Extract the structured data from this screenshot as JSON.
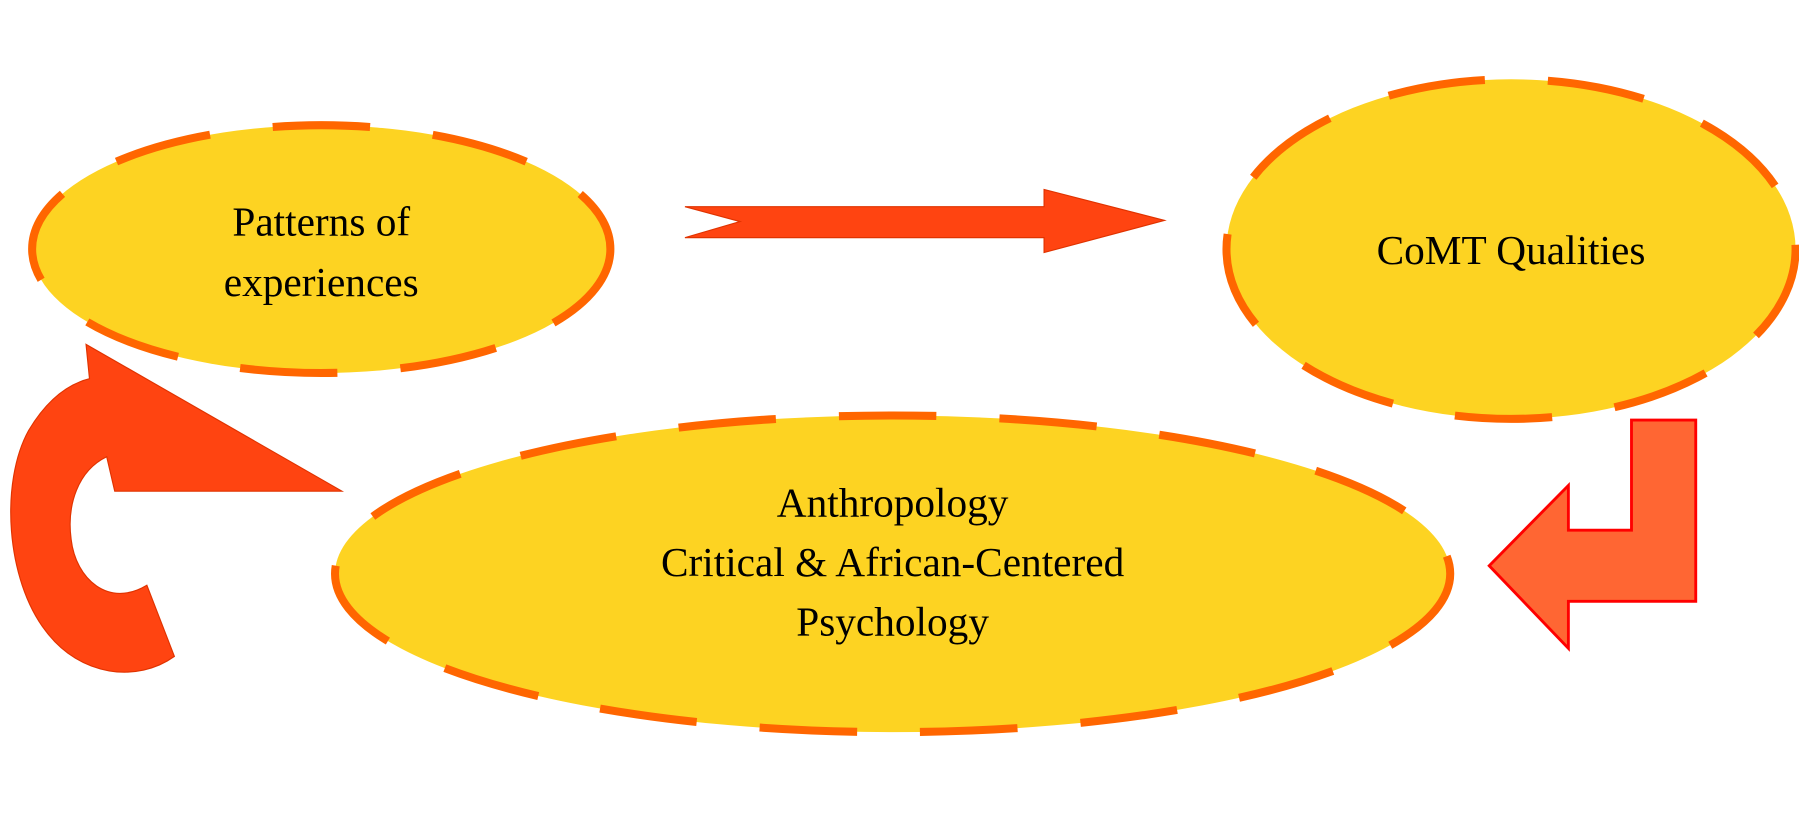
{
  "nodes": {
    "patterns": {
      "lines": [
        "Patterns of",
        "experiences"
      ]
    },
    "comt": {
      "lines": [
        "CoMT Qualities"
      ]
    },
    "anthro": {
      "lines": [
        "Anthropology",
        "Critical & African-Centered",
        "Psychology"
      ]
    }
  },
  "colors": {
    "ellipse_fill": "#FDD322",
    "ellipse_stroke": "#FF6600",
    "arrow_fill": "#FF4411",
    "bent_arrow_fill": "#FF6633",
    "bent_arrow_stroke": "#FF0000"
  },
  "edges": [
    {
      "from": "patterns",
      "to": "comt",
      "style": "straight-notched-arrow"
    },
    {
      "from": "comt",
      "to": "anthro",
      "style": "bent-arrow"
    },
    {
      "from": "anthro",
      "to": "patterns",
      "style": "curved-arrow"
    }
  ]
}
